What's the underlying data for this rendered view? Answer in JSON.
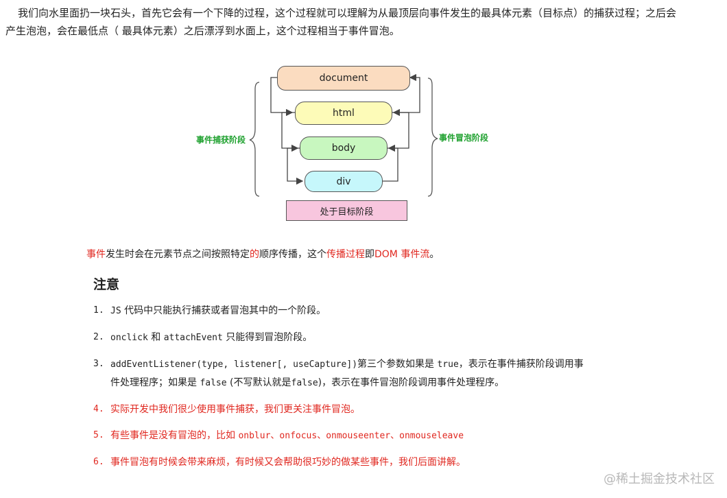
{
  "intro": "我们向水里面扔一块石头，首先它会有一个下降的过程，这个过程就可以理解为从最顶层向事件发生的最具体元素（目标点）的捕获过程；之后会产生泡泡，会在最低点（ 最具体元素）之后漂浮到水面上，这个过程相当于事件冒泡。",
  "diagram": {
    "nodes": [
      {
        "label": "document",
        "color": "#fbdcc0"
      },
      {
        "label": "html",
        "color": "#fdfbb8"
      },
      {
        "label": "body",
        "color": "#c8f7bf"
      },
      {
        "label": "div",
        "color": "#c6f7fb"
      }
    ],
    "capture_label": "事件捕获阶段",
    "bubble_label": "事件冒泡阶段",
    "target_label": "处于目标阶段"
  },
  "flow": {
    "p1": "事件",
    "p2": "发生时会在元素节点之间按照特定",
    "p3": "的",
    "p4": "顺序传播，这个",
    "p5": "传播过程",
    "p6": "即",
    "p7": "DOM 事件流",
    "p8": "。"
  },
  "note_title": "注意",
  "items": [
    {
      "num": "1.",
      "a": "JS",
      "b": " 代码中只能执行捕获或者冒泡其中的一个阶段。"
    },
    {
      "num": "2.",
      "a": "onclick",
      "b": " 和 ",
      "c": "attachEvent",
      "d": " 只能得到冒泡阶段。"
    },
    {
      "num": "3.",
      "a": "addEventListener(type, listener[, useCapture])",
      "b": "第三个参数如果是 ",
      "c": "true",
      "d": "，表示在事件捕获阶段调用事件处理程序；如果是 ",
      "e": "false",
      "f": " (不写默认就是",
      "g": "false",
      "h": ")，表示在事件冒泡阶段调用事件处理程序。"
    },
    {
      "num": "4.",
      "a": "实际开发中我们很少使用事件捕获，我们更关注事件冒泡。"
    },
    {
      "num": "5.",
      "a": "有些事件是没有冒泡的，比如 ",
      "b": "onblur、onfocus、onmouseenter、onmouseleave"
    },
    {
      "num": "6.",
      "a": "事件冒泡有时候会带来麻烦，有时候又会帮助很巧妙的做某些事件，我们后面讲解。"
    }
  ],
  "watermark": "@稀土掘金技术社区"
}
